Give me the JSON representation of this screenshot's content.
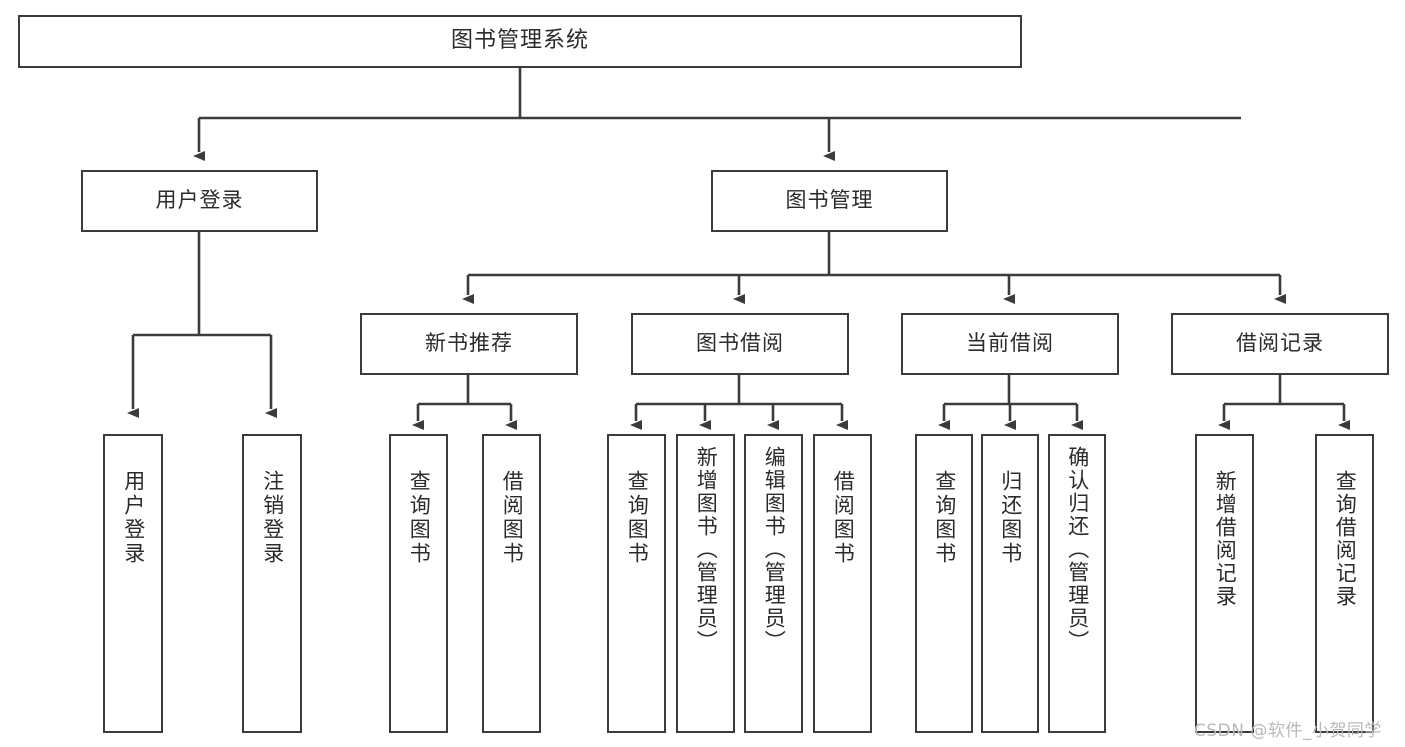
{
  "diagram": {
    "type": "hierarchy-tree",
    "title": "图书管理系统",
    "root": {
      "label": "图书管理系统"
    },
    "level2": [
      {
        "label": "用户登录"
      },
      {
        "label": "图书管理"
      }
    ],
    "level3": [
      {
        "label": "新书推荐"
      },
      {
        "label": "图书借阅"
      },
      {
        "label": "当前借阅"
      },
      {
        "label": "借阅记录"
      }
    ],
    "leaves": {
      "user_login": [
        {
          "label": "用户登录"
        },
        {
          "label": "注销登录"
        }
      ],
      "new_book_recommend": [
        {
          "label": "查询图书"
        },
        {
          "label": "借阅图书"
        }
      ],
      "book_borrow": [
        {
          "label": "查询图书"
        },
        {
          "label": "新增图书（管理员）"
        },
        {
          "label": "编辑图书（管理员）"
        },
        {
          "label": "借阅图书"
        }
      ],
      "current_borrow": [
        {
          "label": "查询图书"
        },
        {
          "label": "归还图书"
        },
        {
          "label": "确认归还（管理员）"
        }
      ],
      "borrow_record": [
        {
          "label": "新增借阅记录"
        },
        {
          "label": "查询借阅记录"
        }
      ]
    }
  },
  "watermark": {
    "text": "CSDN @软件_小贺同学"
  },
  "colors": {
    "stroke": "#3b3b3b",
    "text": "#2b2b2b",
    "background": "#ffffff",
    "watermark": "#b9b9b9"
  }
}
